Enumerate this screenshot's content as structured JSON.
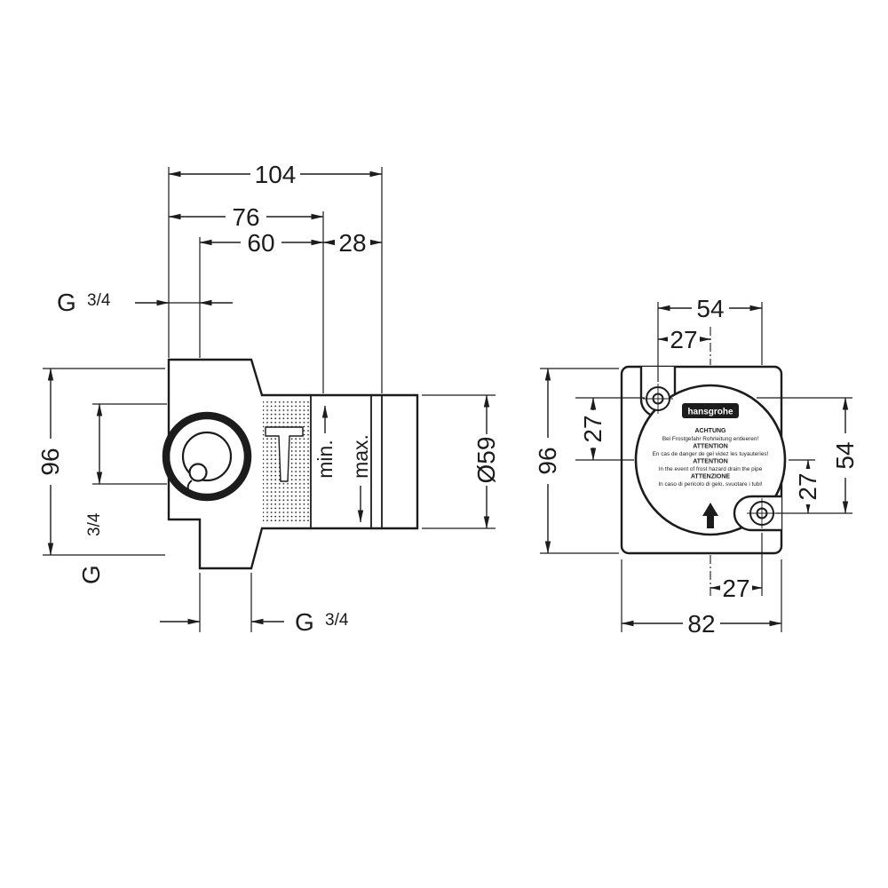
{
  "colors": {
    "ink": "#1c1c1c",
    "background": "#ffffff"
  },
  "left_view": {
    "dim_104": "104",
    "dim_76": "76",
    "dim_60": "60",
    "dim_28": "28",
    "dim_96": "96",
    "dim_dia": "Ø59",
    "min_label": "min.",
    "max_label": "max.",
    "g_top": {
      "g": "G",
      "frac": "3/4"
    },
    "g_left": {
      "g": "G",
      "frac": "3/4"
    },
    "g_bottom": {
      "g": "G",
      "frac": "3/4"
    }
  },
  "right_view": {
    "dim_54_top": "54",
    "dim_27_top": "27",
    "dim_96": "96",
    "dim_27_left": "27",
    "dim_54_right": "54",
    "dim_27_right": "27",
    "dim_27_bottom": "27",
    "dim_82": "82",
    "label": {
      "brand": "hansgrohe",
      "lines": [
        "ACHTUNG",
        "Bei Frostgefahr Rohrleitung entleeren!",
        "ATTENTION",
        "En cas de danger de gel videz les tuyauteries!",
        "ATTENTION",
        "In the event of frost hazard drain the pipe",
        "ATTENZIONE",
        "In caso di pericolo di gelo, svuotare i tubi!"
      ]
    }
  }
}
